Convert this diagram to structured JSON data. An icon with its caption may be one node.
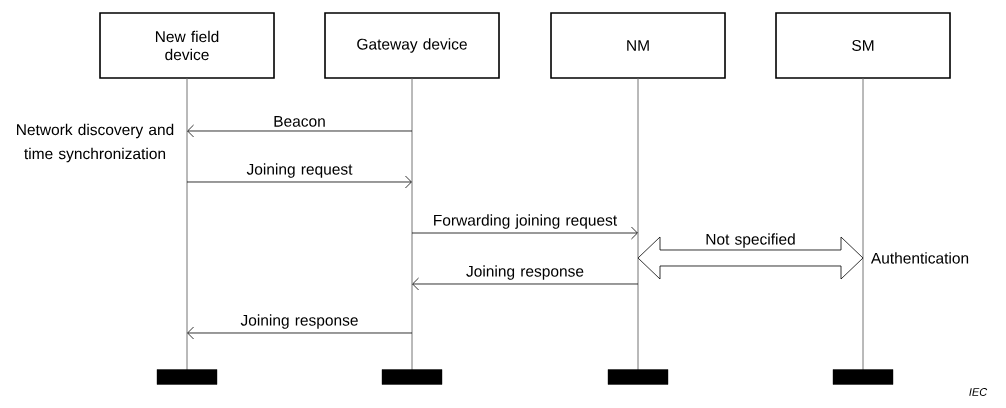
{
  "diagram": {
    "nodes": [
      {
        "text": [
          "New field device"
        ]
      },
      {
        "text": [
          "Gateway device"
        ]
      },
      {
        "text": [
          "NM"
        ]
      },
      {
        "text": [
          "SM"
        ]
      },
      {
        "text": [],
        "shape": "line"
      },
      {
        "text": [],
        "shape": "line"
      },
      {
        "text": [],
        "shape": "line"
      },
      {
        "text": [],
        "shape": "line"
      },
      {
        "text": [],
        "shape": "bar"
      },
      {
        "text": [],
        "shape": "bar"
      },
      {
        "text": [],
        "shape": "bar"
      },
      {
        "text": [],
        "shape": "bar"
      }
    ],
    "edges": [
      {
        "from": 5,
        "to": 4,
        "label": "Beacon",
        "arrow": "to"
      },
      {
        "from": 4,
        "to": 5,
        "label": "Joining request",
        "arrow": "to"
      },
      {
        "from": 5,
        "to": 6,
        "label": "Forwarding joining request",
        "arrow": "to"
      },
      {
        "from": 6,
        "to": 7,
        "label": "Not specified",
        "arrow": "both",
        "style": "thick"
      },
      {
        "from": 6,
        "to": 5,
        "label": "Joining response",
        "arrow": "to"
      },
      {
        "from": 5,
        "to": 4,
        "label": "Joining response",
        "arrow": "to"
      }
    ],
    "labels": [
      "Network discovery and time synchronization",
      "Authentication",
      "IEC"
    ]
  }
}
